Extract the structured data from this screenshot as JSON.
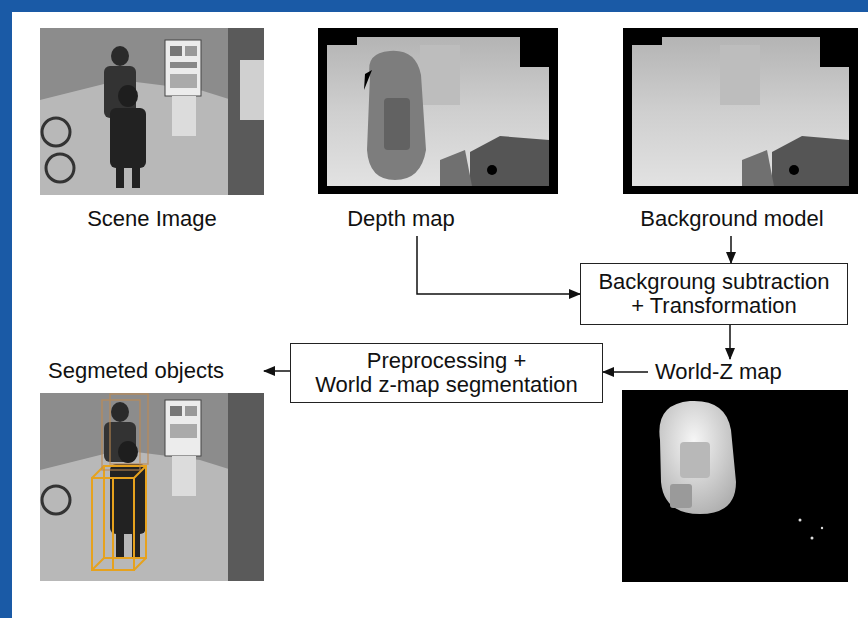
{
  "diagram": {
    "nodes": [
      {
        "text": [
          "Scene Image"
        ]
      },
      {
        "text": [
          "Depth map"
        ]
      },
      {
        "text": [
          "Background model"
        ]
      },
      {
        "text": [
          "Backgroung subtraction + Transformation"
        ]
      },
      {
        "text": [
          "World-Z map"
        ]
      },
      {
        "text": [
          "Preprocessing + World z-map segmentation"
        ]
      },
      {
        "text": [
          "Segmeted objects"
        ]
      }
    ],
    "edges": [
      {
        "from": 1,
        "to": 3,
        "arrow": "to"
      },
      {
        "from": 2,
        "to": 3,
        "arrow": "to"
      },
      {
        "from": 3,
        "to": 4,
        "arrow": "to"
      },
      {
        "from": 4,
        "to": 5,
        "arrow": "to"
      },
      {
        "from": 5,
        "to": 6,
        "arrow": "to"
      }
    ]
  }
}
